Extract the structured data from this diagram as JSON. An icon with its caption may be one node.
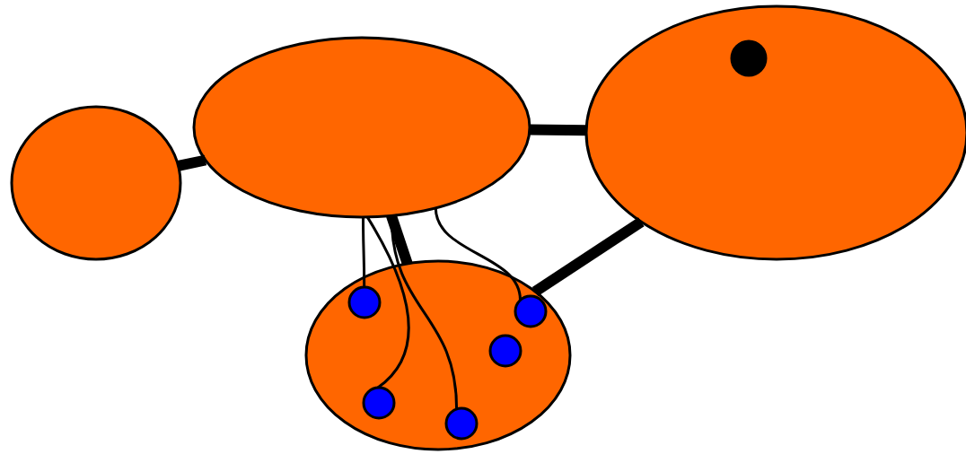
{
  "diagram": {
    "nodes": [
      {
        "text": [],
        "shape": "ellipse"
      },
      {
        "text": [],
        "shape": "ellipse"
      },
      {
        "text": [],
        "shape": "ellipse"
      },
      {
        "text": [],
        "shape": "circle",
        "in": 2
      },
      {
        "text": [],
        "shape": "ellipse"
      },
      {
        "text": [],
        "shape": "circle",
        "in": 4
      },
      {
        "text": [],
        "shape": "circle",
        "in": 4
      },
      {
        "text": [],
        "shape": "circle",
        "in": 4
      },
      {
        "text": [],
        "shape": "circle",
        "in": 4
      },
      {
        "text": [],
        "shape": "circle",
        "in": 4
      }
    ],
    "edges": [
      {
        "from": 0,
        "to": 1,
        "arrow": "none",
        "style": "thick"
      },
      {
        "from": 1,
        "to": 2,
        "arrow": "none",
        "style": "thick"
      },
      {
        "from": 2,
        "to": 4,
        "arrow": "none",
        "style": "thick"
      },
      {
        "from": 1,
        "to": 4,
        "arrow": "none",
        "style": "thick"
      },
      {
        "from": 1,
        "to": 5,
        "arrow": "none"
      },
      {
        "from": 1,
        "to": 6,
        "arrow": "none"
      },
      {
        "from": 1,
        "to": 7,
        "arrow": "none"
      },
      {
        "from": 1,
        "to": 9,
        "arrow": "none"
      }
    ]
  }
}
